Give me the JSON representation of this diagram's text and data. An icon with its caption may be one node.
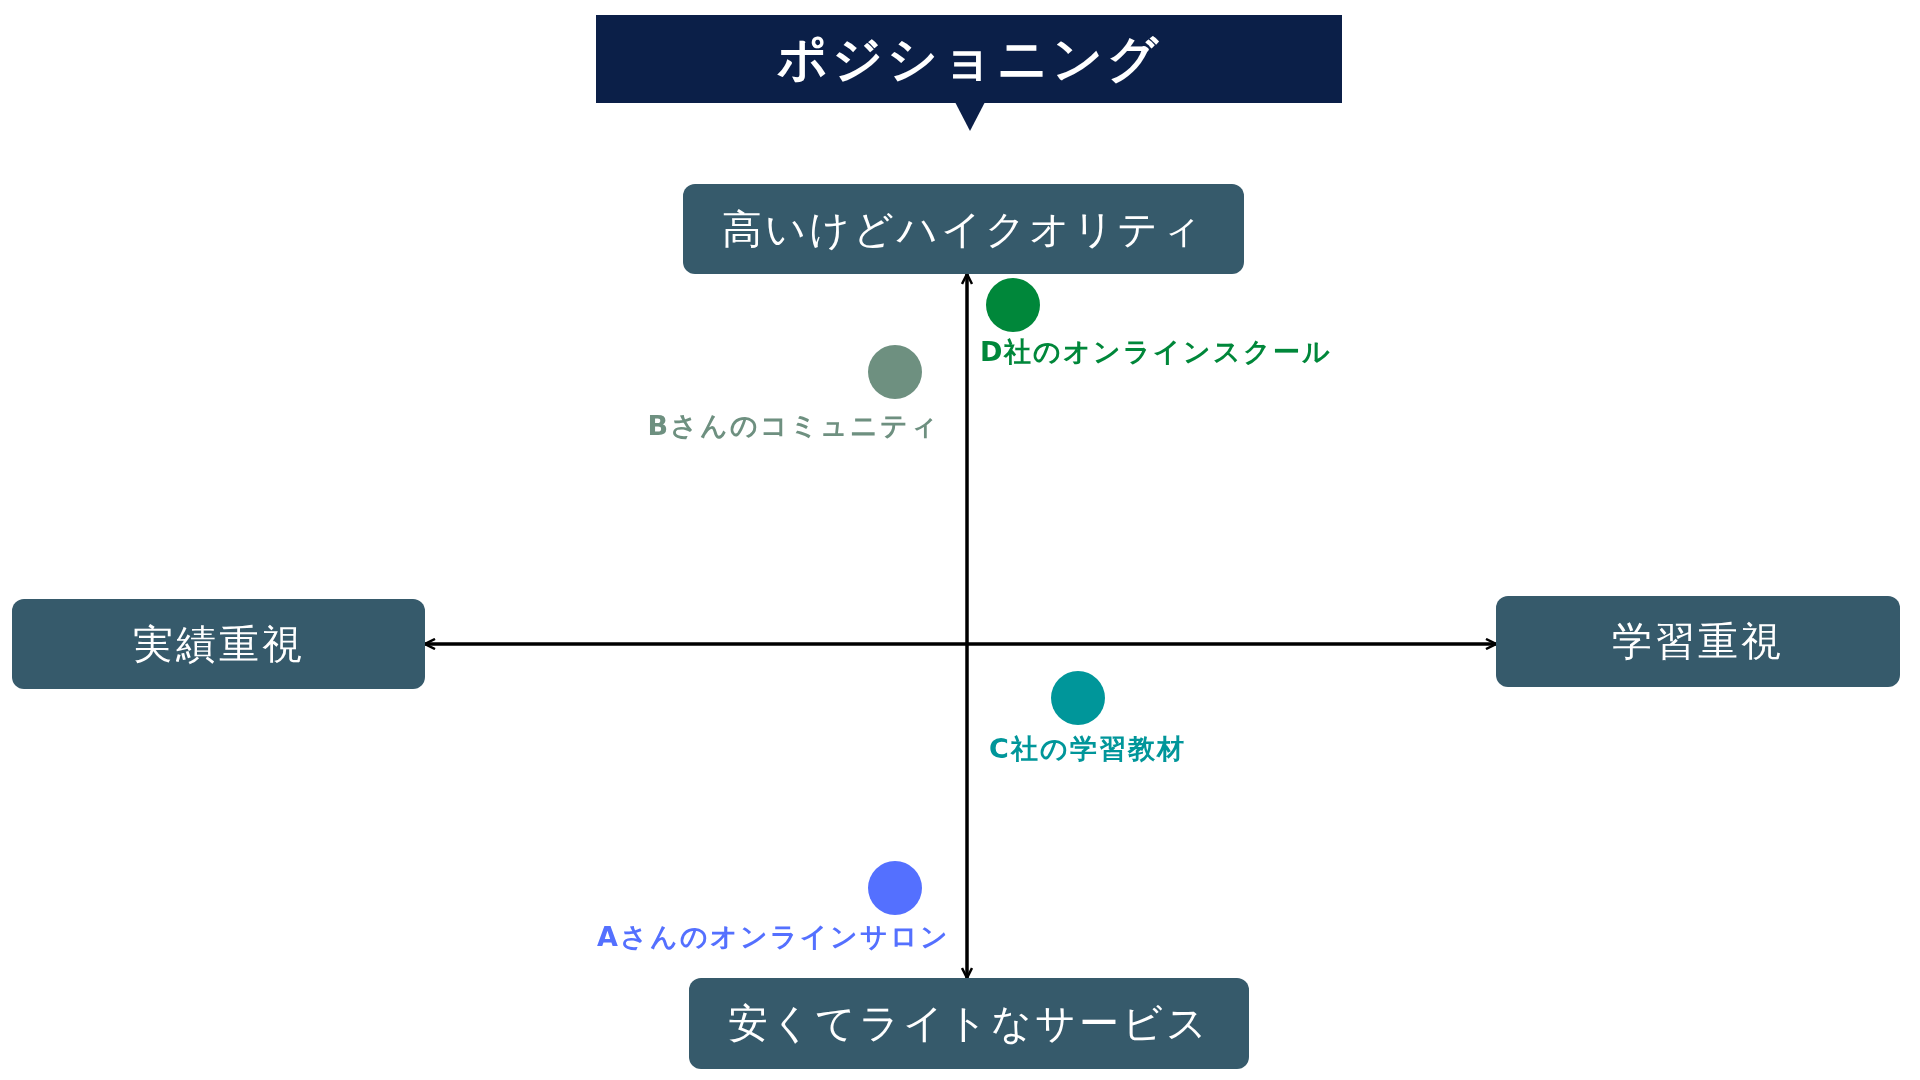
{
  "diagram": {
    "title": "ポジショニング",
    "nodes": [
      {
        "text": [
          "高いけどハイクオリティ"
        ]
      },
      {
        "text": [],
        "shape": "circle",
        "beside": [
          "D社のオンラインスクール"
        ]
      },
      {
        "text": [],
        "shape": "circle",
        "beside": [
          "Bさんのコミュニティ"
        ]
      },
      {
        "text": [
          "実績重視"
        ]
      },
      {
        "text": [
          "学習重視"
        ]
      },
      {
        "text": [],
        "shape": "circle",
        "beside": [
          "C社の学習教材"
        ]
      },
      {
        "text": [],
        "shape": "circle",
        "beside": [
          "Aさんのオンラインサロン"
        ]
      },
      {
        "text": [
          "安くてライトなサービス"
        ]
      }
    ],
    "edges": [
      {
        "from": 0,
        "to": 7,
        "arrow": "both"
      },
      {
        "from": 3,
        "to": 4,
        "arrow": "both"
      }
    ]
  }
}
